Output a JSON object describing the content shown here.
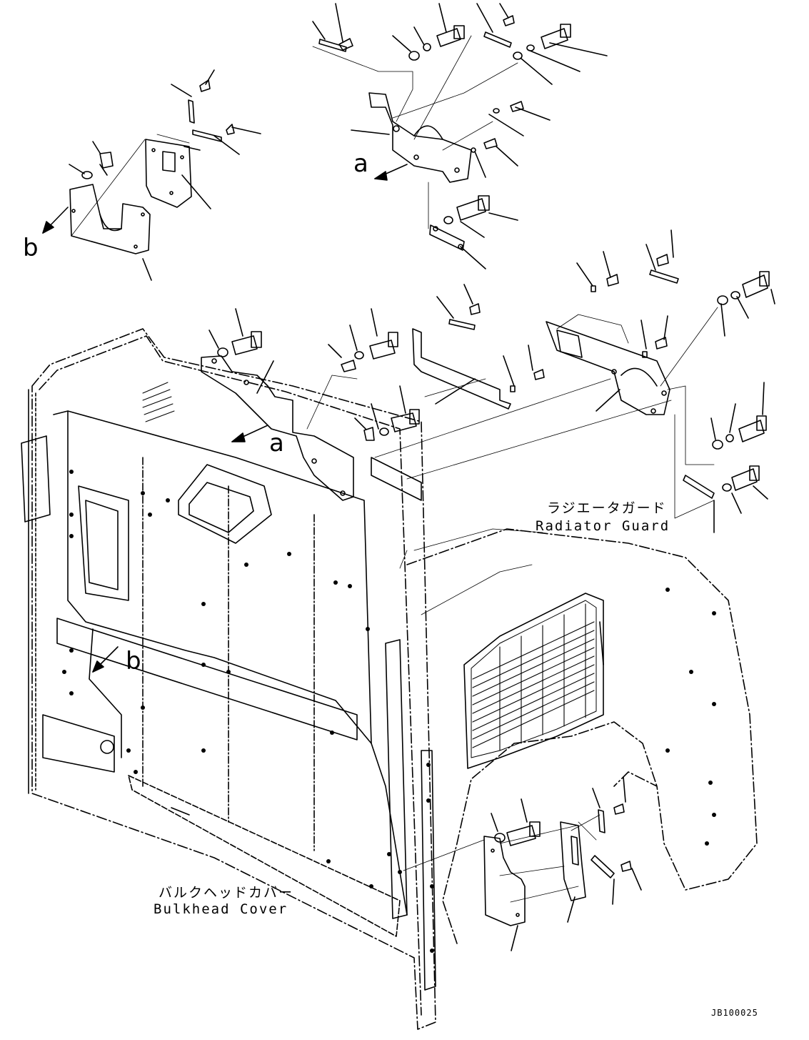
{
  "callouts": {
    "a_upper": "a",
    "a_lower": "a",
    "b_upper": "b",
    "b_lower": "b"
  },
  "radiator_guard": {
    "label_jp": "ラジエータガード",
    "label_en": "Radiator Guard"
  },
  "bulkhead_cover": {
    "label_jp": "バルクヘッドカバー",
    "label_en": "Bulkhead Cover"
  },
  "drawing_id": "JB100025"
}
